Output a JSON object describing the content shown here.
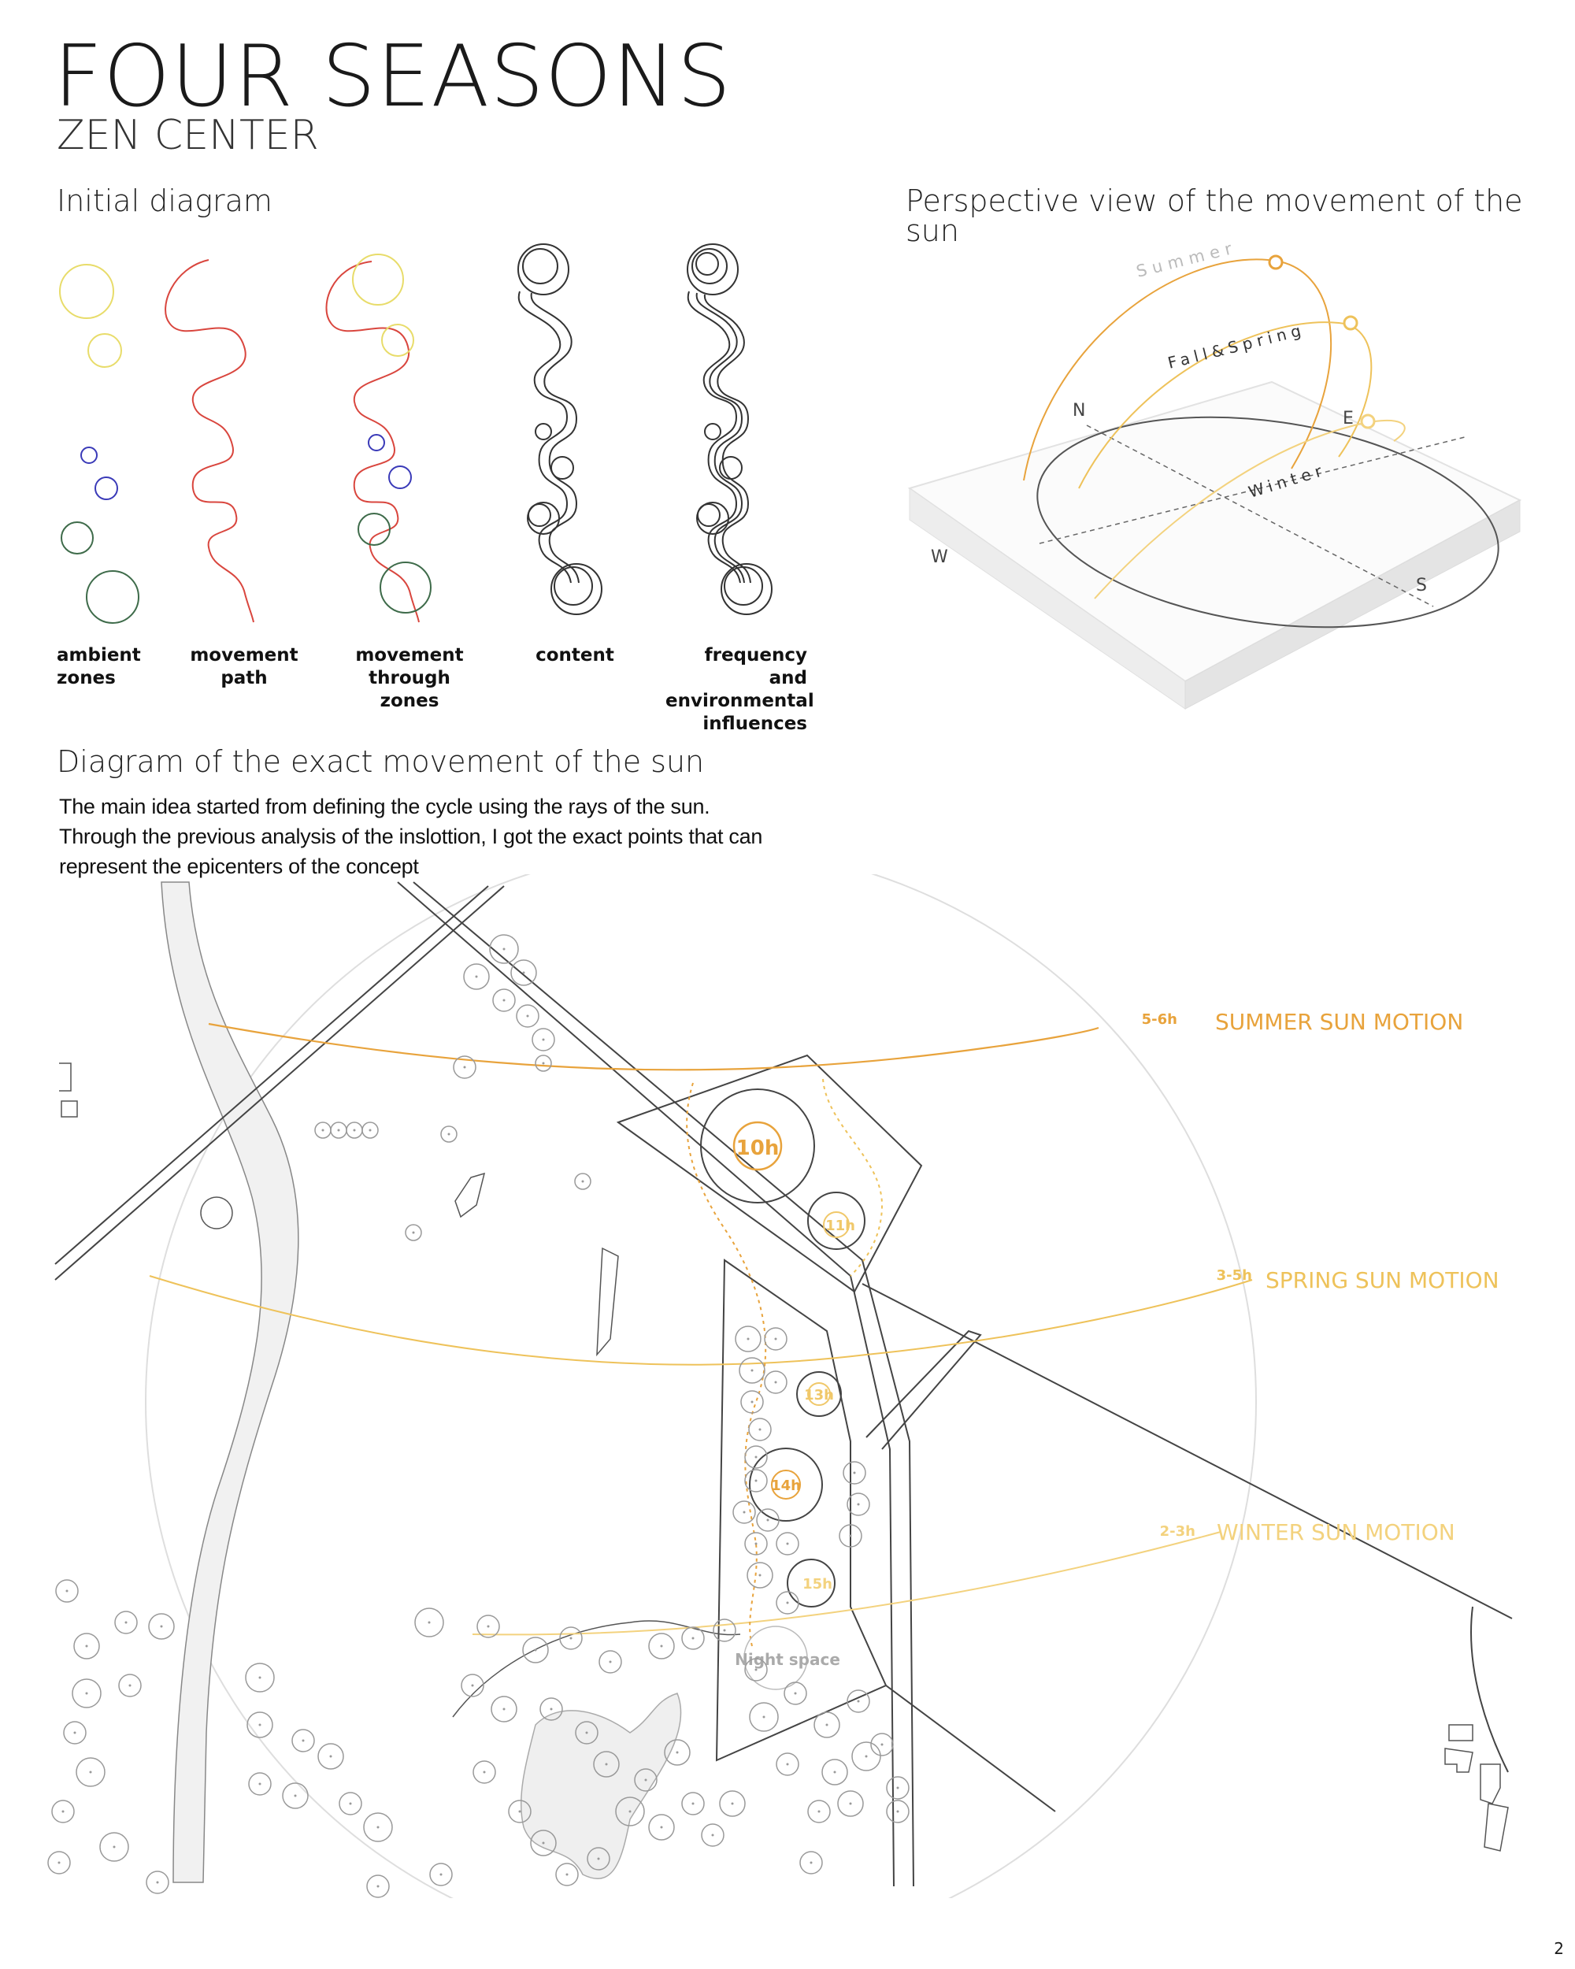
{
  "header": {
    "title": "FOUR SEASONS",
    "subtitle": "ZEN CENTER"
  },
  "initial_diagram": {
    "heading": "Initial diagram",
    "captions": [
      [
        "ambient",
        "zones"
      ],
      [
        "movement",
        "path"
      ],
      [
        "movement",
        "through zones"
      ],
      [
        "content"
      ],
      [
        "frequency and",
        "environmental",
        "influences"
      ]
    ]
  },
  "perspective": {
    "heading": "Perspective view of the movement of the sun",
    "arc_labels": {
      "summer": "Summer",
      "fall_spring": "Fall&Spring",
      "winter": "Winter"
    },
    "compass": {
      "n": "N",
      "e": "E",
      "w": "W",
      "s": "S"
    }
  },
  "exact_diagram": {
    "heading": "Diagram of the exact movement of the sun",
    "paragraph_lines": [
      "The main idea started from defining the cycle using the rays of the sun.",
      "Through the previous analysis of the inslottion, I got the exact points that can",
      "represent the epicenters of the concept"
    ]
  },
  "site_plan": {
    "sun_motions": [
      {
        "hours": "5-6h",
        "label": "SUMMER SUN MOTION",
        "color": "#e8a33c"
      },
      {
        "hours": "3-5h",
        "label": "SPRING SUN MOTION",
        "color": "#eec25a"
      },
      {
        "hours": "2-3h",
        "label": "WINTER SUN MOTION",
        "color": "#f3d27e"
      }
    ],
    "time_markers": [
      "10h",
      "11h",
      "13h",
      "14h",
      "15h"
    ],
    "night_label": "Night space"
  },
  "page_number": "2",
  "colors": {
    "zone_yellow": "#e8dc6a",
    "zone_blue": "#3a3ab8",
    "zone_green": "#3e6b4a",
    "path_red": "#d9463e",
    "summer_orange": "#e8a33c"
  }
}
